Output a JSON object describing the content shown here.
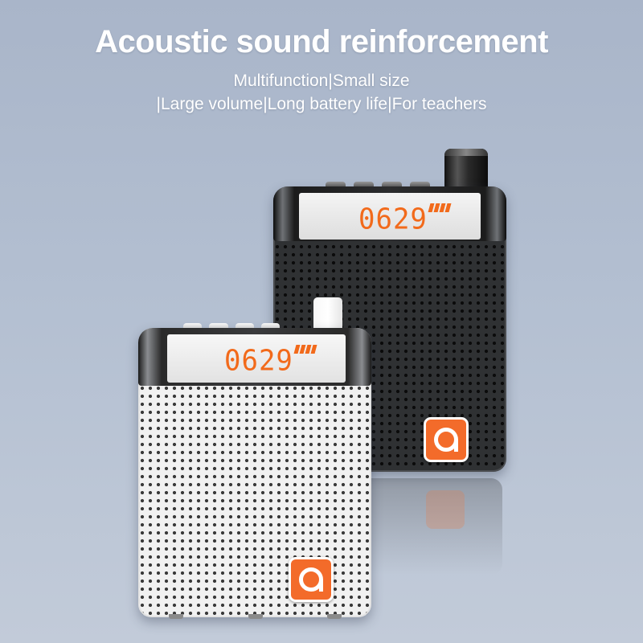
{
  "headline": "Acoustic sound reinforcement",
  "subline_1": "Multifunction|Small size",
  "subline_2": "|Large volume|Long battery life|For teachers",
  "dark_speaker": {
    "display_time": "0629",
    "battery_bars": 4
  },
  "white_speaker": {
    "display_time": "0629",
    "battery_bars": 4
  },
  "colors": {
    "background": "#b3bfd1",
    "lcd_accent": "#f26a1b",
    "brand_orange": "#f36b2a",
    "dark_body": "#2f3133",
    "white_body": "#f1f1f1"
  },
  "icons": {
    "brand_logo": "letter-a-logo-icon",
    "battery": "battery-full-icon"
  }
}
